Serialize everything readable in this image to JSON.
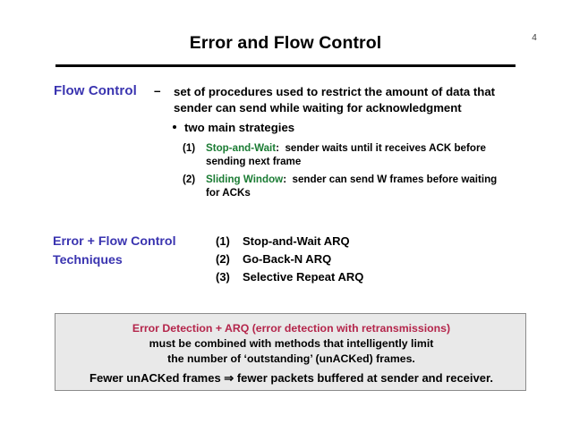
{
  "slide": {
    "title": "Error and Flow Control",
    "page_number": "4",
    "colors": {
      "heading_accent": "#3a34b0",
      "highlight_green": "#1a7b33",
      "highlight_red": "#b4254b",
      "box_background": "#e9e9e9",
      "box_border": "#8c8c8c",
      "text": "#000000"
    }
  },
  "flow_control": {
    "label": "Flow Control",
    "dash": "–",
    "description": "set of procedures used to restrict the amount of data that sender can send while waiting for acknowledgment",
    "bullet": {
      "text": "two main strategies"
    },
    "strategies": [
      {
        "number": "(1)",
        "term": "Stop-and-Wait",
        "separator": ":",
        "detail": "sender waits until it receives ACK before sending next frame"
      },
      {
        "number": "(2)",
        "term": "Sliding Window",
        "separator": ":",
        "detail": "sender can send W frames before waiting for ACKs"
      }
    ]
  },
  "techniques": {
    "label": "Error + Flow Control Techniques",
    "items": [
      {
        "number": "(1)",
        "text": "Stop-and-Wait ARQ"
      },
      {
        "number": "(2)",
        "text": "Go-Back-N ARQ"
      },
      {
        "number": "(3)",
        "text": "Selective Repeat ARQ"
      }
    ]
  },
  "summary_box": {
    "line1": "Error Detection + ARQ (error detection with retransmissions)",
    "line2": "must be combined with methods that intelligently limit",
    "line3": "the number of ‘outstanding’ (unACKed) frames.",
    "line4": "Fewer unACKed frames ⇒  fewer packets buffered at sender and receiver."
  }
}
